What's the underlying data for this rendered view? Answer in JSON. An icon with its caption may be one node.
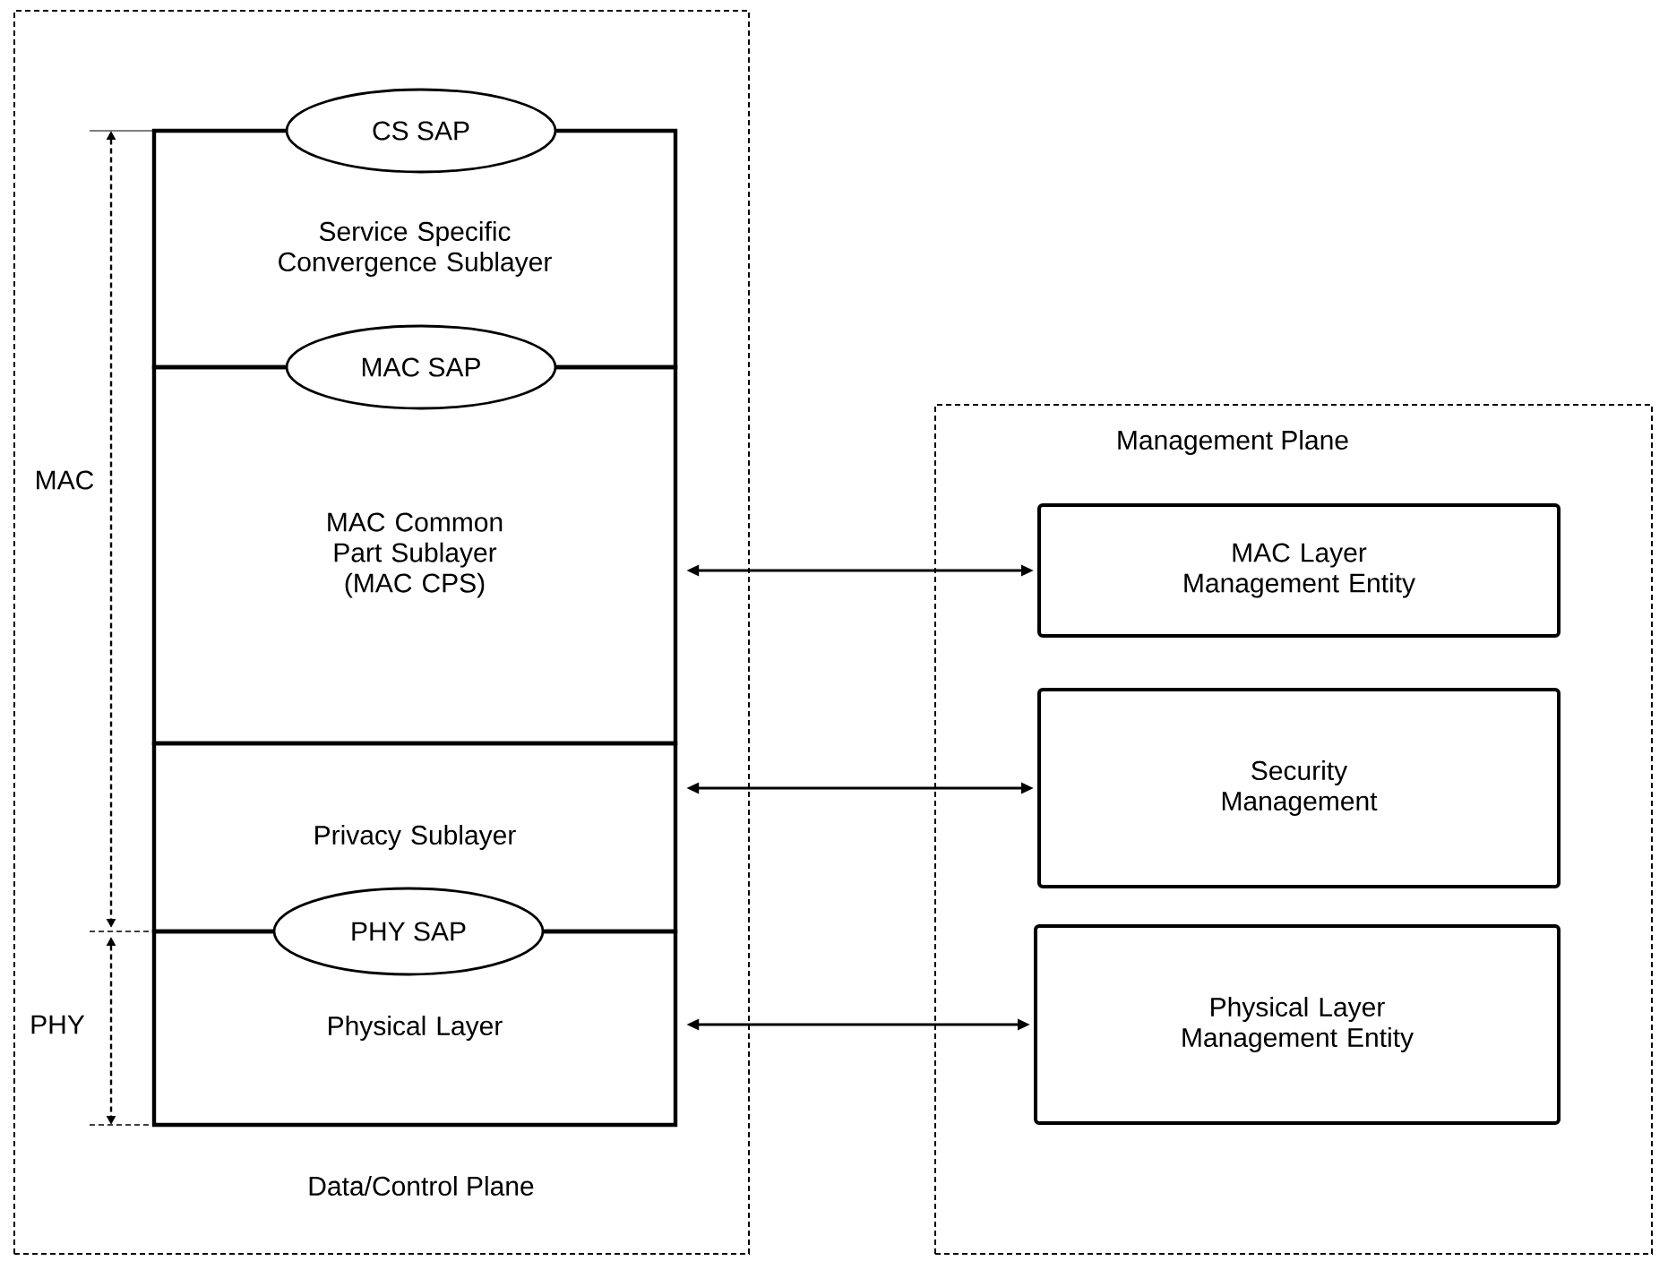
{
  "diagram": {
    "nodes": [
      {
        "text": [
          "Data/Control Plane"
        ]
      },
      {
        "text": [
          "Management Plane"
        ]
      },
      {
        "text": [
          "Service Specific Convergence Sublayer"
        ],
        "in": 0
      },
      {
        "text": [
          "MAC Common Part Sublayer (MAC CPS)"
        ],
        "in": 0
      },
      {
        "text": [
          "Privacy Sublayer"
        ],
        "in": 0
      },
      {
        "text": [
          "Physical Layer"
        ],
        "in": 0
      },
      {
        "text": [
          "CS SAP"
        ],
        "in": 0
      },
      {
        "text": [
          "MAC SAP"
        ],
        "in": 0
      },
      {
        "text": [
          "PHY SAP"
        ],
        "in": 0
      },
      {
        "text": [
          "MAC Layer Management Entity"
        ],
        "in": 1
      },
      {
        "text": [
          "Security Management"
        ],
        "in": 1
      },
      {
        "text": [
          "Physical Layer Management Entity"
        ],
        "in": 1
      }
    ],
    "edges": [
      {
        "from": 3,
        "to": 9,
        "arrow": "both"
      },
      {
        "from": 4,
        "to": 10,
        "arrow": "both"
      },
      {
        "from": 5,
        "to": 11,
        "arrow": "both"
      }
    ],
    "labels": [
      "MAC",
      "PHY"
    ]
  }
}
